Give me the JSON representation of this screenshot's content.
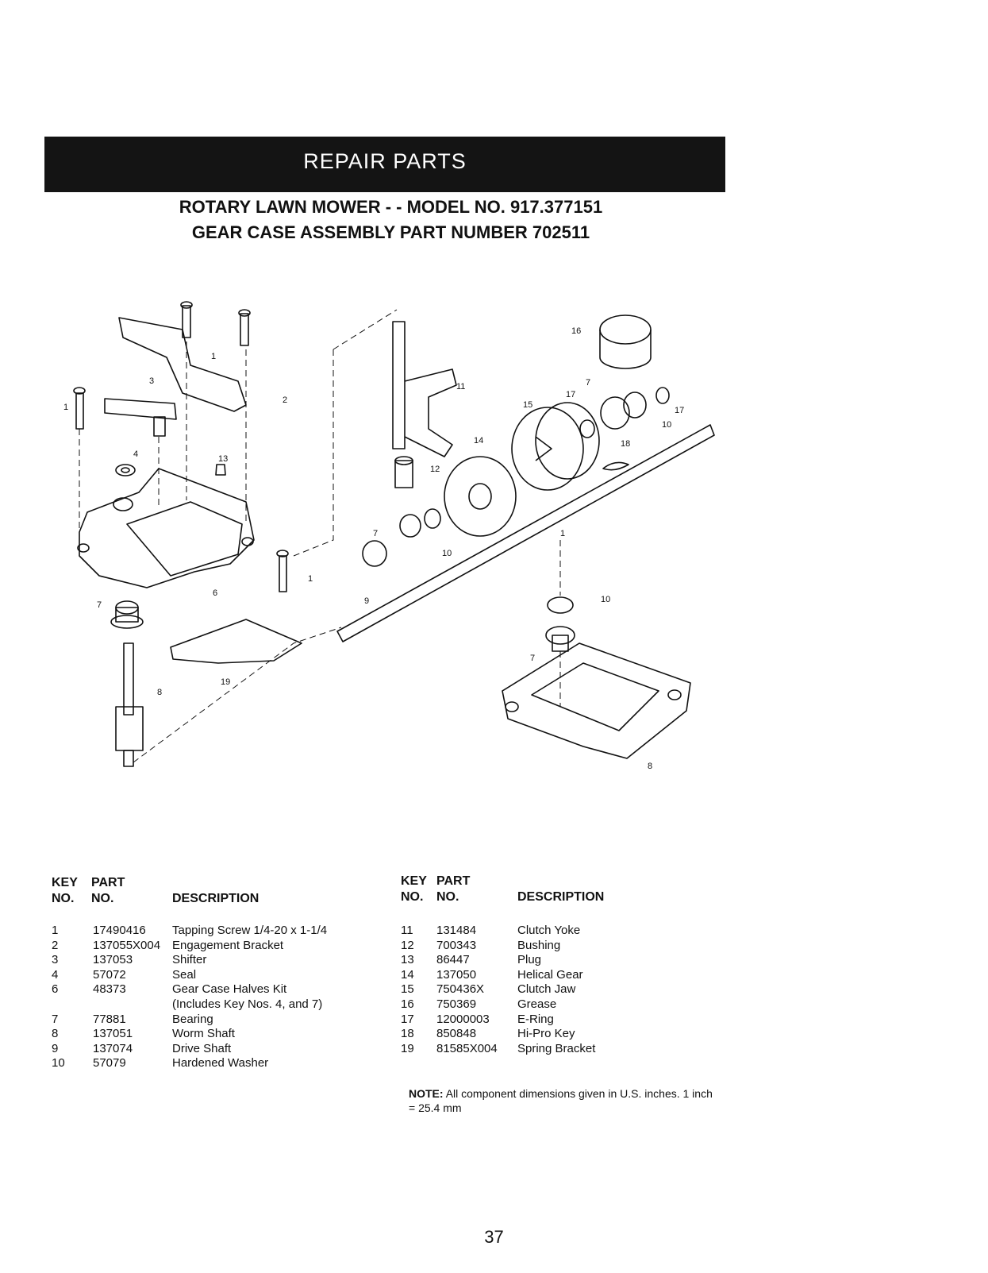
{
  "header": {
    "banner": "REPAIR PARTS",
    "title_line1": "ROTARY LAWN MOWER - - MODEL NO. 917.377151",
    "title_line2": "GEAR CASE ASSEMBLY PART NUMBER 702511"
  },
  "diagram": {
    "callouts": [
      "1",
      "2",
      "3",
      "4",
      "6",
      "7",
      "8",
      "9",
      "10",
      "11",
      "12",
      "13",
      "14",
      "15",
      "16",
      "17",
      "18",
      "19"
    ]
  },
  "parts_table": {
    "headers": {
      "key_line1": "KEY",
      "key_line2": "NO.",
      "part_line1": "PART",
      "part_line2": "NO.",
      "description": "DESCRIPTION"
    },
    "left": [
      {
        "key": "1",
        "part": "17490416",
        "desc": "Tapping Screw  1/4-20 x 1-1/4"
      },
      {
        "key": "2",
        "part": "137055X004",
        "desc": "Engagement Bracket"
      },
      {
        "key": "3",
        "part": "137053",
        "desc": "Shifter"
      },
      {
        "key": "4",
        "part": "57072",
        "desc": "Seal"
      },
      {
        "key": "6",
        "part": "48373",
        "desc": "Gear Case Halves Kit"
      },
      {
        "key": "",
        "part": "",
        "desc": "(Includes Key Nos. 4, and 7)"
      },
      {
        "key": "7",
        "part": "77881",
        "desc": "Bearing"
      },
      {
        "key": "8",
        "part": "137051",
        "desc": "Worm Shaft"
      },
      {
        "key": "9",
        "part": "137074",
        "desc": "Drive Shaft"
      },
      {
        "key": "10",
        "part": "57079",
        "desc": "Hardened Washer"
      }
    ],
    "right": [
      {
        "key": "11",
        "part": "131484",
        "desc": "Clutch Yoke"
      },
      {
        "key": "12",
        "part": "700343",
        "desc": "Bushing"
      },
      {
        "key": "13",
        "part": "86447",
        "desc": "Plug"
      },
      {
        "key": "14",
        "part": "137050",
        "desc": "Helical Gear"
      },
      {
        "key": "15",
        "part": "750436X",
        "desc": "Clutch Jaw"
      },
      {
        "key": "16",
        "part": "750369",
        "desc": "Grease"
      },
      {
        "key": "17",
        "part": "12000003",
        "desc": "E-Ring"
      },
      {
        "key": "18",
        "part": "850848",
        "desc": "Hi-Pro Key"
      },
      {
        "key": "19",
        "part": "81585X004",
        "desc": "Spring Bracket"
      }
    ]
  },
  "note": {
    "label": "NOTE:",
    "text": "All component dimensions given in U.S. inches. 1 inch = 25.4 mm"
  },
  "page_number": "37"
}
